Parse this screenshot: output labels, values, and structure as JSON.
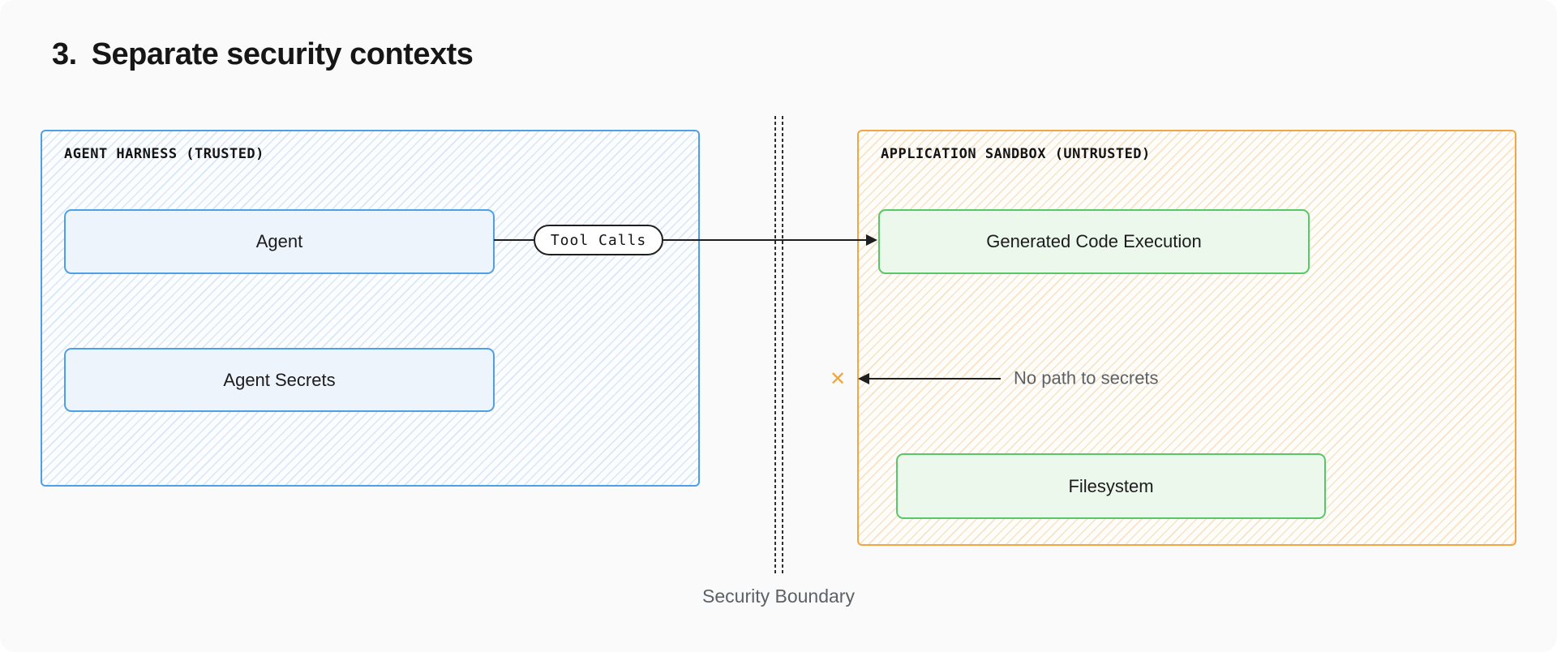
{
  "title": {
    "number": "3.",
    "text": "Separate security contexts"
  },
  "diagram": {
    "trusted_zone": {
      "label": "AGENT HARNESS (TRUSTED)",
      "nodes": [
        {
          "label": "Agent"
        },
        {
          "label": "Agent Secrets"
        }
      ],
      "accent_color": "#4da0e8",
      "node_fill": "#eef4fc",
      "hatch_color": "#d8e6f7"
    },
    "untrusted_zone": {
      "label": "APPLICATION SANDBOX (UNTRUSTED)",
      "nodes": [
        {
          "label": "Generated Code Execution"
        },
        {
          "label": "Filesystem"
        }
      ],
      "accent_color": "#f1a643",
      "node_border_color": "#57c768",
      "node_fill": "#edf8ed",
      "hatch_color": "#f8e2c7"
    },
    "tool_calls": {
      "label": "Tool Calls"
    },
    "no_path": {
      "blocked_glyph": "✕",
      "label": "No path to secrets",
      "blocked_color": "#f0a640"
    },
    "boundary": {
      "label": "Security Boundary",
      "line_color": "#2e2e2e"
    }
  },
  "colors": {
    "card_background": "#fafafa",
    "ink": "#1f1f1f",
    "muted_text": "#5b6165"
  }
}
